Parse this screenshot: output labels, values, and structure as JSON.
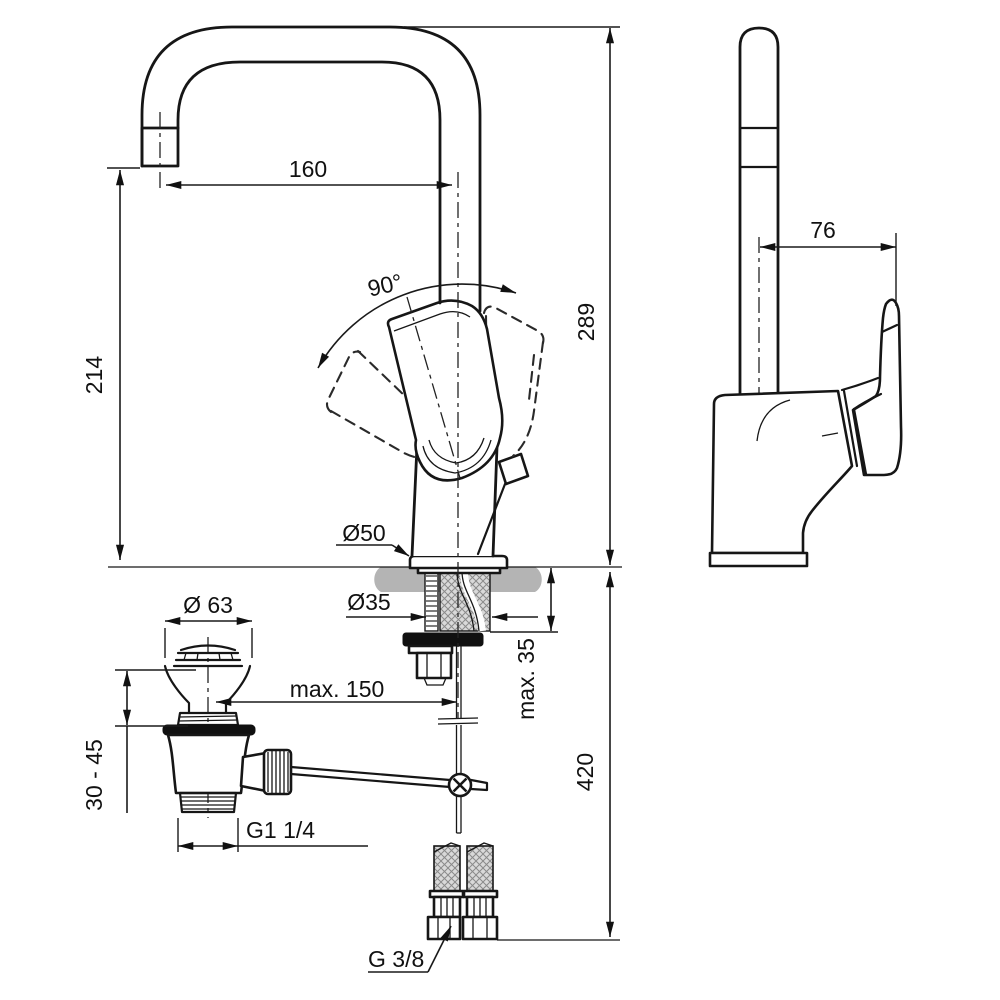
{
  "drawing": {
    "kind": "technical-dimension-drawing",
    "subject": "single-lever basin mixer faucet with high swivel spout, pop-up waste and flexible supply hoses",
    "views": [
      "front-view",
      "side-view",
      "drain-assembly",
      "supply-hoses"
    ]
  },
  "labels": {
    "spout_reach": "160",
    "swivel_angle": "90°",
    "height_above_deck": "289",
    "spout_outlet_height": "214",
    "handle_projection": "76",
    "base_diameter": "Ø50",
    "mounting_hole_diameter": "Ø35",
    "drain_flange_diameter": "Ø 63",
    "rod_reach": "max. 150",
    "max_deck_thickness": "max. 35",
    "drain_deck_range": "30 - 45",
    "depth_below_deck": "420",
    "drain_thread": "G1 1/4",
    "supply_thread": "G 3/8"
  },
  "colors": {
    "line": "#161616",
    "deck_fill": "#b4b4b4",
    "gasket_fill": "#101010",
    "background": "#ffffff"
  }
}
